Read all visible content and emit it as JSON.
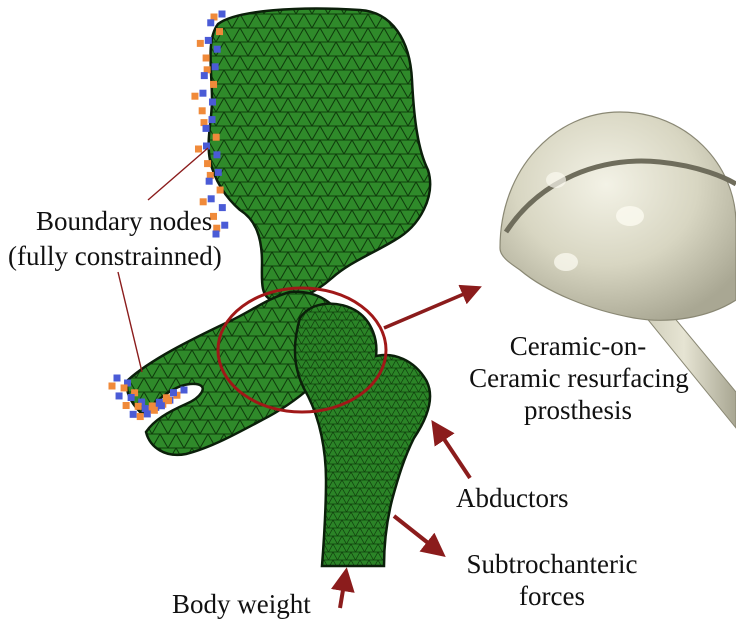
{
  "labels": {
    "boundary_nodes_line1": "Boundary nodes",
    "boundary_nodes_line2": "(fully constrainned)",
    "prosthesis_line1": "Ceramic-on-",
    "prosthesis_line2": "Ceramic resurfacing",
    "prosthesis_line3": "prosthesis",
    "abductors": "Abductors",
    "subtrochanteric_line1": "Subtrochanteric",
    "subtrochanteric_line2": "forces",
    "body_weight": "Body weight"
  },
  "colors": {
    "mesh_fill": "#2f8a2a",
    "mesh_lines": "#0f3d0c",
    "bone_outline": "#0b1f0a",
    "node_blue": "#4a5bd6",
    "node_orange": "#f08a3a",
    "arrow": "#8b1c1c",
    "circle": "#a01818",
    "prosthesis": "#dcdac8",
    "prosthesis_shade": "#9c9a86"
  }
}
